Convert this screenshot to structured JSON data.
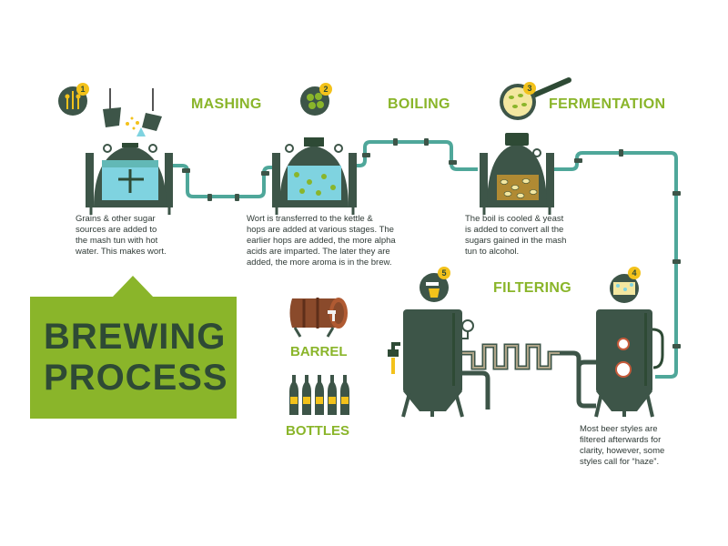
{
  "banner": {
    "line1": "BREWING",
    "line2": "PROCESS"
  },
  "steps": [
    {
      "number": "1",
      "title": "MASHING",
      "lines": [
        "Grains & other sugar",
        "sources are added to",
        "the mash tun with hot",
        "water. This makes wort."
      ]
    },
    {
      "number": "2",
      "title": "BOILING",
      "lines": [
        "Wort is transferred to the kettle &",
        "hops are added at various stages. The",
        "earlier hops are added, the more alpha",
        "acids are imparted. The later they are",
        "added, the more aroma is in the brew."
      ]
    },
    {
      "number": "3",
      "title": "FERMENTATION",
      "lines": [
        "The boil is cooled & yeast",
        "is added to convert all the",
        "sugars gained in the mash",
        "tun to alcohol."
      ]
    },
    {
      "number": "4",
      "title": "FILTERING",
      "lines": [
        "Most beer styles are",
        "filtered afterwards for",
        "clarity, however, some",
        "styles call for “haze”."
      ]
    },
    {
      "number": "5"
    }
  ],
  "packaging": {
    "barrel_label": "BARREL",
    "bottles_label": "BOTTLES"
  },
  "colors": {
    "green": "#8ab52a",
    "dark": "#3d5548",
    "teal": "#4fa79a",
    "gold": "#f3c21b",
    "water": "#7fd3e0"
  }
}
